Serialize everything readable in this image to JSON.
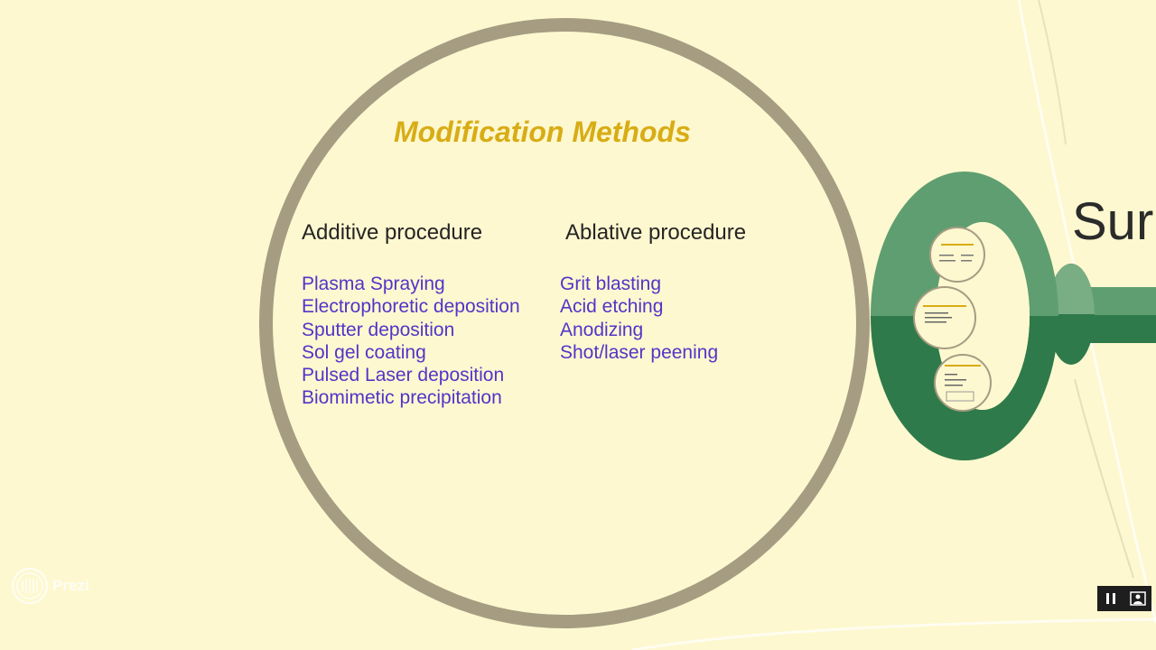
{
  "slide": {
    "title": "Modification Methods",
    "additive": {
      "heading": "Additive procedure",
      "items": [
        "Plasma Spraying",
        "Electrophoretic deposition",
        "Sputter deposition",
        "Sol gel coating",
        "Pulsed Laser deposition",
        "Biomimetic precipitation"
      ]
    },
    "ablative": {
      "heading": "Ablative procedure",
      "items": [
        "Grit blasting",
        "Acid etching",
        "Anodizing",
        "Shot/laser peening"
      ]
    }
  },
  "next_frame": {
    "title_peek": "Sur"
  },
  "branding": {
    "logo_text": "Prezi"
  },
  "controls": {
    "pause_icon": "pause-icon",
    "fullscreen_icon": "fullscreen-icon"
  },
  "colors": {
    "background": "#fdf8cf",
    "circle_border": "#a59c82",
    "title": "#d8ac15",
    "list_text": "#5334c9",
    "green_dark": "#2f7a4a",
    "green_light": "#5f9e70"
  }
}
